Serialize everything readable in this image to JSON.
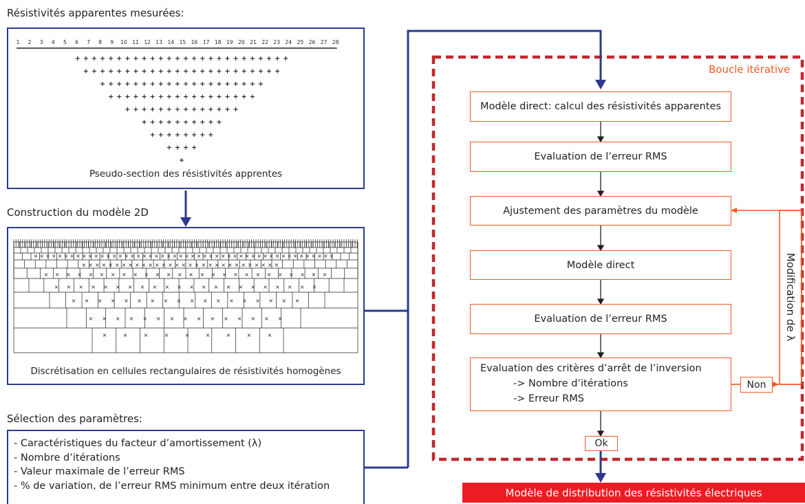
{
  "section1": {
    "heading": "Résistivités apparentes mesurées:",
    "electrode_numbers": [
      "1",
      "2",
      "3",
      "4",
      "5",
      "6",
      "7",
      "8",
      "9",
      "10",
      "11",
      "12",
      "13",
      "14",
      "15",
      "16",
      "17",
      "18",
      "19",
      "20",
      "21",
      "22",
      "23",
      "24",
      "25",
      "26",
      "27",
      "28"
    ],
    "caption": "Pseudo-section des résistivités apprentes"
  },
  "section2": {
    "heading": "Construction du modèle 2D",
    "caption": "Discrétisation en cellules rectangulaires de résistivités homogènes"
  },
  "section3": {
    "heading": "Sélection des paramètres:",
    "items": [
      "- Caractéristiques du facteur d’amortissement (λ)",
      "- Nombre d’itérations",
      "- Valeur maximale de l’erreur RMS",
      "- % de variation, de l’erreur RMS minimum entre deux itération"
    ]
  },
  "loop": {
    "label": "Boucle itérative",
    "steps": [
      "Modèle direct: calcul des résistivités apparentes",
      "Evaluation de l’erreur RMS",
      "Ajustement des paramètres du modèle",
      "Modèle direct",
      "Evaluation de l’erreur RMS"
    ],
    "criteria": {
      "title": "Evaluation des critères d’arrêt de l’inversion",
      "lines": [
        "-> Nombre d’itérations",
        "-> Erreur RMS"
      ]
    },
    "no_label": "Non",
    "ok_label": "Ok",
    "feedback_label": "Modification de λ"
  },
  "result": "Modèle de distribution des résistivités électriques",
  "colors": {
    "blue": "#2b3990",
    "orange": "#f15a24",
    "red": "#ed1c24",
    "dashed_red": "#c1272d"
  }
}
